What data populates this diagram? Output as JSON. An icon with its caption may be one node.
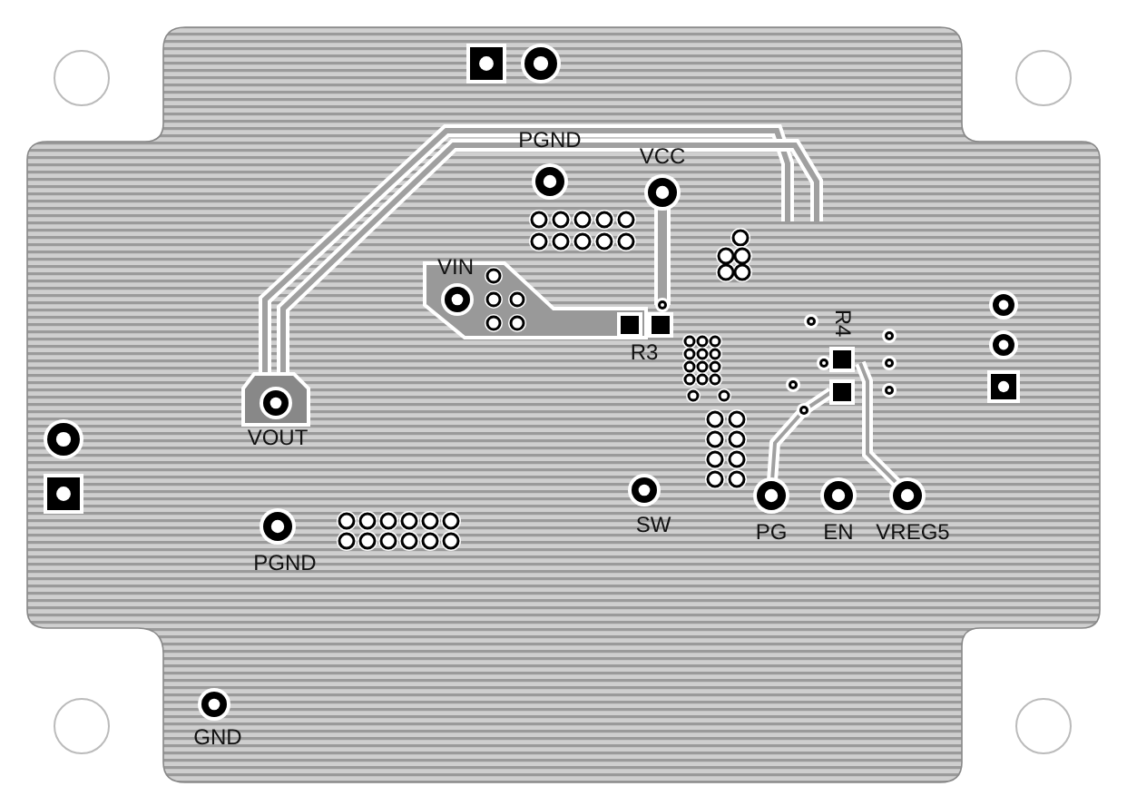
{
  "diagram": {
    "labels": [
      "PGND",
      "VCC",
      "VIN",
      "R3",
      "R4",
      "VOUT",
      "SW",
      "PG",
      "EN",
      "VREG5",
      "PGND",
      "GND"
    ]
  }
}
